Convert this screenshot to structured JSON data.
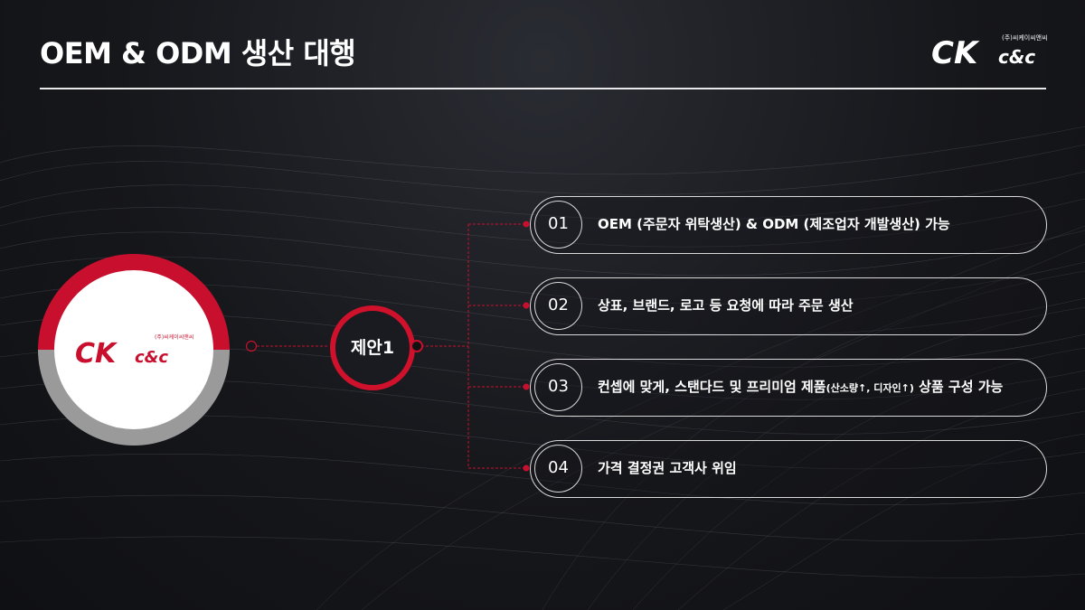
{
  "header": {
    "title": "OEM & ODM 생산 대행"
  },
  "brand": {
    "logo_mark": "CK",
    "logo_cc": "c&c",
    "company_subtitle": "(주)씨케이씨앤씨",
    "colors": {
      "red": "#c8102e",
      "grey": "#9a9a9a",
      "white": "#ffffff"
    }
  },
  "proposal": {
    "label": "제안1"
  },
  "items": [
    {
      "num": "01",
      "text": "OEM (주문자 위탁생산) & ODM (제조업자 개발생산) 가능"
    },
    {
      "num": "02",
      "text": "상표, 브랜드, 로고 등 요청에 따라 주문 생산"
    },
    {
      "num": "03",
      "text_main": "컨셉에 맞게, 스탠다드 및 프리미엄 제품",
      "text_small": "(산소량↑, 디자인↑)",
      "text_tail": " 상품 구성 가능"
    },
    {
      "num": "04",
      "text": "가격 결정권 고객사 위임"
    }
  ]
}
